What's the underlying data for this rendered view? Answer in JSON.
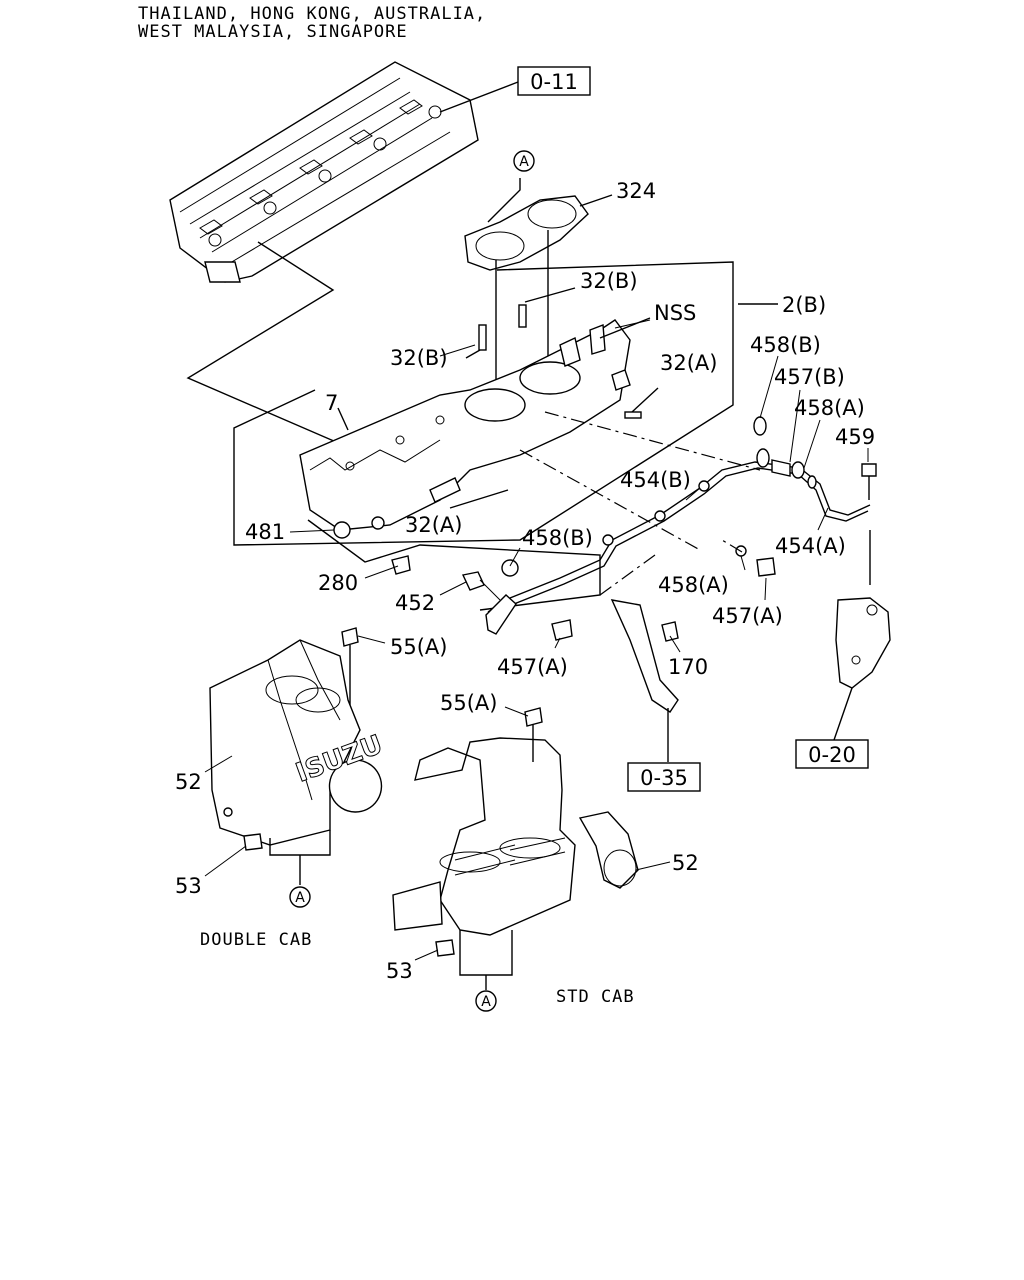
{
  "header": {
    "line1": "THAILAND, HONG KONG, AUSTRALIA,",
    "line2": "WEST MALAYSIA, SINGAPORE"
  },
  "refs": {
    "r011": "0-11",
    "r020": "0-20",
    "r035": "0-35"
  },
  "circled": {
    "a1": "A",
    "a2": "A",
    "a3": "A"
  },
  "captions": {
    "double_cab": "DOUBLE CAB",
    "std_cab": "STD CAB"
  },
  "labels": {
    "p324": "324",
    "p32b_top": "32(B)",
    "p2b": "2(B)",
    "nss": "NSS",
    "p32b_left": "32(B)",
    "p32a_right": "32(A)",
    "p458b_top": "458(B)",
    "p457b": "457(B)",
    "p458a_top": "458(A)",
    "p459": "459",
    "p7": "7",
    "p454b": "454(B)",
    "p481": "481",
    "p32a_mid": "32(A)",
    "p458b_mid": "458(B)",
    "p454a": "454(A)",
    "p280": "280",
    "p452": "452",
    "p458a_low": "458(A)",
    "p457a_right": "457(A)",
    "p55a_top": "55(A)",
    "p457a_mid": "457(A)",
    "p170": "170",
    "p55a_mid": "55(A)",
    "p52_left": "52",
    "p52_right": "52",
    "p53_left": "53",
    "p53_right": "53"
  }
}
